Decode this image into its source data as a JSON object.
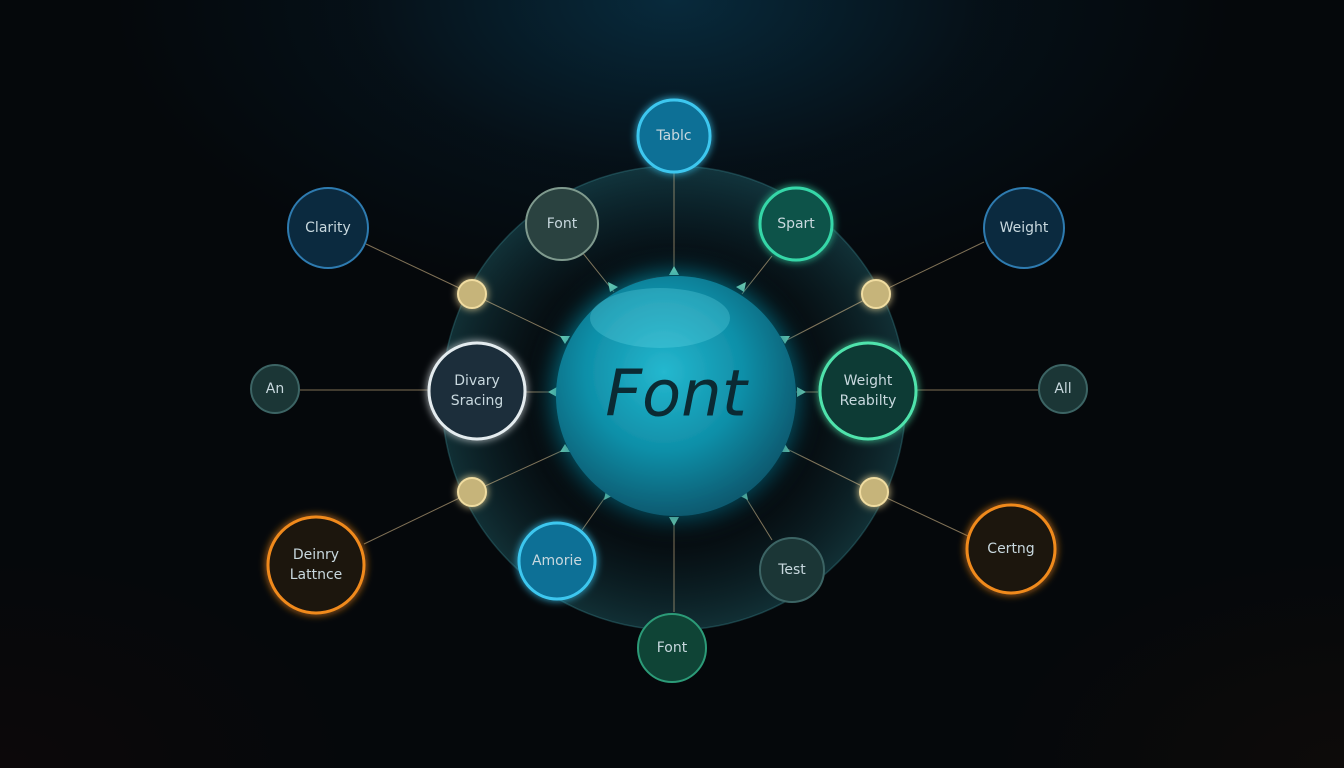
{
  "center": {
    "label": "Font"
  },
  "nodes": [
    {
      "id": "top",
      "lines": [
        "Tablc"
      ],
      "style": "blue-bright"
    },
    {
      "id": "upper-left-inner",
      "lines": [
        "Font"
      ],
      "style": "gray-green"
    },
    {
      "id": "upper-right-inner",
      "lines": [
        "Spart"
      ],
      "style": "teal"
    },
    {
      "id": "outer-left-top",
      "lines": [
        "Clarity"
      ],
      "style": "blue-dark"
    },
    {
      "id": "outer-right-top",
      "lines": [
        "Weight"
      ],
      "style": "blue-dark"
    },
    {
      "id": "far-left",
      "lines": [
        "An"
      ],
      "style": "slate"
    },
    {
      "id": "inner-left",
      "lines": [
        "Divary",
        "Sracing"
      ],
      "style": "white"
    },
    {
      "id": "inner-right",
      "lines": [
        "Weight",
        "Reabilty"
      ],
      "style": "green-bright"
    },
    {
      "id": "far-right",
      "lines": [
        "All"
      ],
      "style": "slate"
    },
    {
      "id": "outer-left-bottom",
      "lines": [
        "Deinry",
        "Lattnce"
      ],
      "style": "orange"
    },
    {
      "id": "outer-right-bottom",
      "lines": [
        "Certng"
      ],
      "style": "orange"
    },
    {
      "id": "lower-left-inner",
      "lines": [
        "Amorie"
      ],
      "style": "blue-bright"
    },
    {
      "id": "lower-right-inner",
      "lines": [
        "Test"
      ],
      "style": "slate"
    },
    {
      "id": "bottom",
      "lines": [
        "Font"
      ],
      "style": "green-dark"
    }
  ],
  "colors": {
    "accent": "#1fb3c9",
    "orange": "#f08a1c",
    "green": "#3fd9a0",
    "connector": "#e8c98a"
  }
}
